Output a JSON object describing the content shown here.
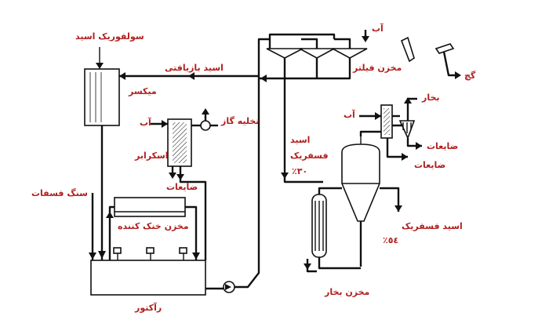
{
  "labels": {
    "sulfuric_acid": "سولفوریک اسید",
    "mixer": "میکسر",
    "recovered_acid": "اسید بازیافتی",
    "gas_vent": "تخلیه گاز",
    "water_scrubber": "آب",
    "scrubber": "اسکرابر",
    "waste_scrubber": "ضایعات",
    "phosphate_rock": "سنگ فسفات",
    "cooling_tank": "مخزن خنک کننده",
    "reactor": "رآکتور",
    "filter_tank": "مخزن فیلتر",
    "water_filter": "آب",
    "gypsum": "گچ",
    "acid_30_line1": "اسید",
    "acid_30_line2": "فسفریک",
    "acid_30_pct": "٣٠٪",
    "steam": "بخار",
    "water_condenser": "آب",
    "waste_condenser_1": "ضایعات",
    "waste_condenser_2": "ضایعات",
    "acid_54": "اسید فسفریک",
    "acid_54_pct": "٥٤٪",
    "steam_tank": "مخزن بخار"
  }
}
